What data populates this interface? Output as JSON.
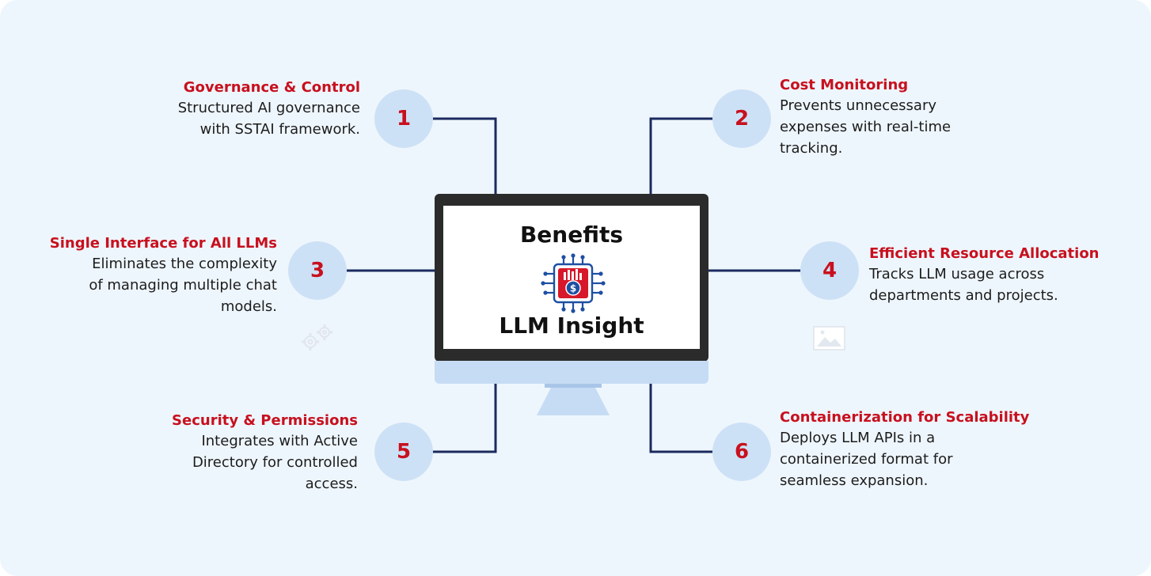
{
  "diagram": {
    "heading": "Benefits",
    "product_name": "LLM Insight",
    "colors": {
      "accent": "#c8101e",
      "circle": "#cde1f6",
      "connector": "#1b2a5e",
      "background": "#eef6fd",
      "monitor_bezel": "#2b2b2b"
    },
    "benefits": [
      {
        "number": "1",
        "title": "Governance & Control",
        "lines": [
          "Structured AI governance",
          "with SSTAI framework."
        ]
      },
      {
        "number": "2",
        "title": "Cost Monitoring",
        "lines": [
          "Prevents unnecessary",
          "expenses with real-time",
          "tracking."
        ]
      },
      {
        "number": "3",
        "title": "Single Interface for All LLMs",
        "lines": [
          "Eliminates the complexity",
          "of managing multiple chat",
          "models."
        ]
      },
      {
        "number": "4",
        "title": "Efficient Resource Allocation",
        "lines": [
          "Tracks LLM usage across",
          "departments and projects."
        ]
      },
      {
        "number": "5",
        "title": "Security & Permissions",
        "lines": [
          "Integrates with Active",
          "Directory for controlled",
          "access."
        ]
      },
      {
        "number": "6",
        "title": "Containerization for Scalability",
        "lines": [
          "Deploys LLM APIs in a",
          "containerized format for",
          "seamless expansion."
        ]
      }
    ]
  }
}
